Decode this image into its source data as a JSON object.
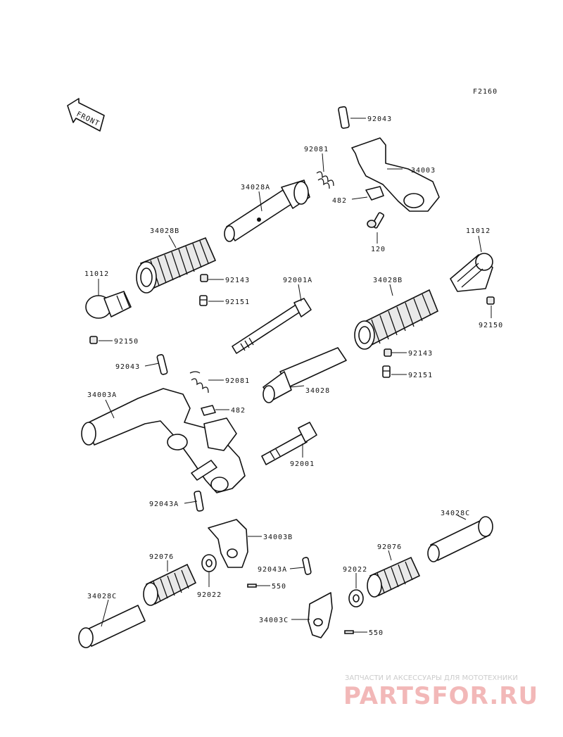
{
  "figure_code": "F2160",
  "front_label": "FRONT",
  "labels": {
    "p92043_top": "92043",
    "p92081_top": "92081",
    "p34003": "34003",
    "p34028A": "34028A",
    "p482_top": "482",
    "p120": "120",
    "p34028B_left": "34028B",
    "p11012_right": "11012",
    "p11012_left": "11012",
    "p92143_left": "92143",
    "p92001A": "92001A",
    "p34028B_right": "34028B",
    "p92151_left": "92151",
    "p92150_right": "92150",
    "p92150_left": "92150",
    "p92143_right": "92143",
    "p92043_mid": "92043",
    "p92081_mid": "92081",
    "p34028": "34028",
    "p92151_right": "92151",
    "p34003A": "34003A",
    "p482_mid": "482",
    "p92001": "92001",
    "p92043A_left": "92043A",
    "p34003B": "34003B",
    "p34028C_right": "34028C",
    "p92076_left": "92076",
    "p92076_right": "92076",
    "p550_upper": "550",
    "p92043A_right": "92043A",
    "p92022_right": "92022",
    "p92022_left": "92022",
    "p34028C_left": "34028C",
    "p34003C": "34003C",
    "p550_lower": "550"
  },
  "watermark": {
    "line1": "ЗАПЧАСТИ И АКСЕССУАРЫ ДЛЯ МОТОТЕХНИКИ",
    "line2": "PARTSFOR.RU",
    "color": "#f2b8b8"
  }
}
